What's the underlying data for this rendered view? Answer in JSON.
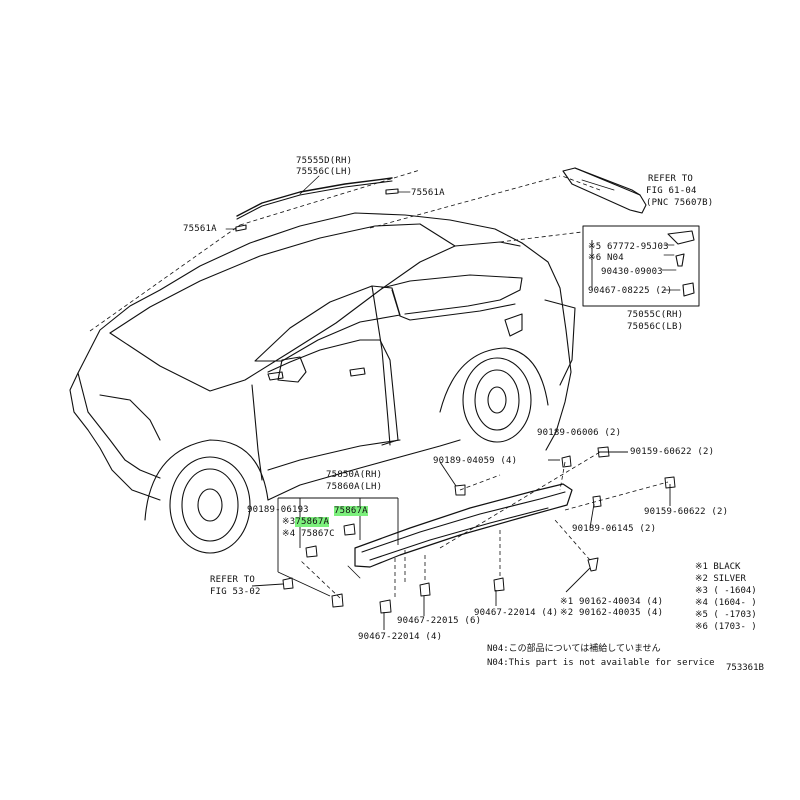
{
  "labels": {
    "moulding_roof_rh": "75555D(RH)",
    "moulding_roof_lh": "75556C(LH)",
    "clip_75561a_right": "75561A",
    "clip_75561a_left": "75561A",
    "refer_fig61_line1": "REFER TO",
    "refer_fig61_line2": "FIG 61-04",
    "refer_fig61_line3": "(PNC 75607B)",
    "box_part_67772": "※5 67772-95J03",
    "box_part_n04": "※6 N04",
    "box_part_90430": "90430-09003",
    "box_part_90467_08225": "90467-08225 (2)",
    "rocker_rh": "75055C(RH)",
    "rocker_lh": "75056C(LB)",
    "part_90189_06006": "90189-06006 (2)",
    "part_90159_60622_a": "90159-60622 (2)",
    "part_90189_04059": "90189-04059 (4)",
    "part_90159_60622_b": "90159-60622 (2)",
    "part_90189_06145": "90189-06145 (2)",
    "moulding_rh": "75850A(RH)",
    "moulding_lh": "75860A(LH)",
    "part_90189_06193": "90189-06193",
    "part_75867a_prefix": "※3",
    "part_75867a_left": "75867A",
    "part_75867a_right": "75867A",
    "part_75867c": "※4 75867C",
    "refer_fig53_line1": "REFER TO",
    "refer_fig53_line2": "FIG 53-02",
    "part_90467_22015": "90467-22015 (6)",
    "part_90467_22014_a": "90467-22014 (4)",
    "part_90467_22014_b": "90467-22014 (4)",
    "part_90162_40034": "※1 90162-40034 (4)",
    "part_90162_40035": "※2 90162-40035 (4)"
  },
  "legend": [
    "※1 BLACK",
    "※2 SILVER",
    "※3 (    -1604)",
    "※4 (1604-    )",
    "※5 (    -1703)",
    "※6 (1703-    )"
  ],
  "notes": {
    "n04_jp": "N04:この部品については補給していません",
    "n04_en": "N04:This part is not available for service"
  },
  "figure_id": "753361B",
  "colors": {
    "highlight": "#7cf07c",
    "ink": "#111111"
  }
}
